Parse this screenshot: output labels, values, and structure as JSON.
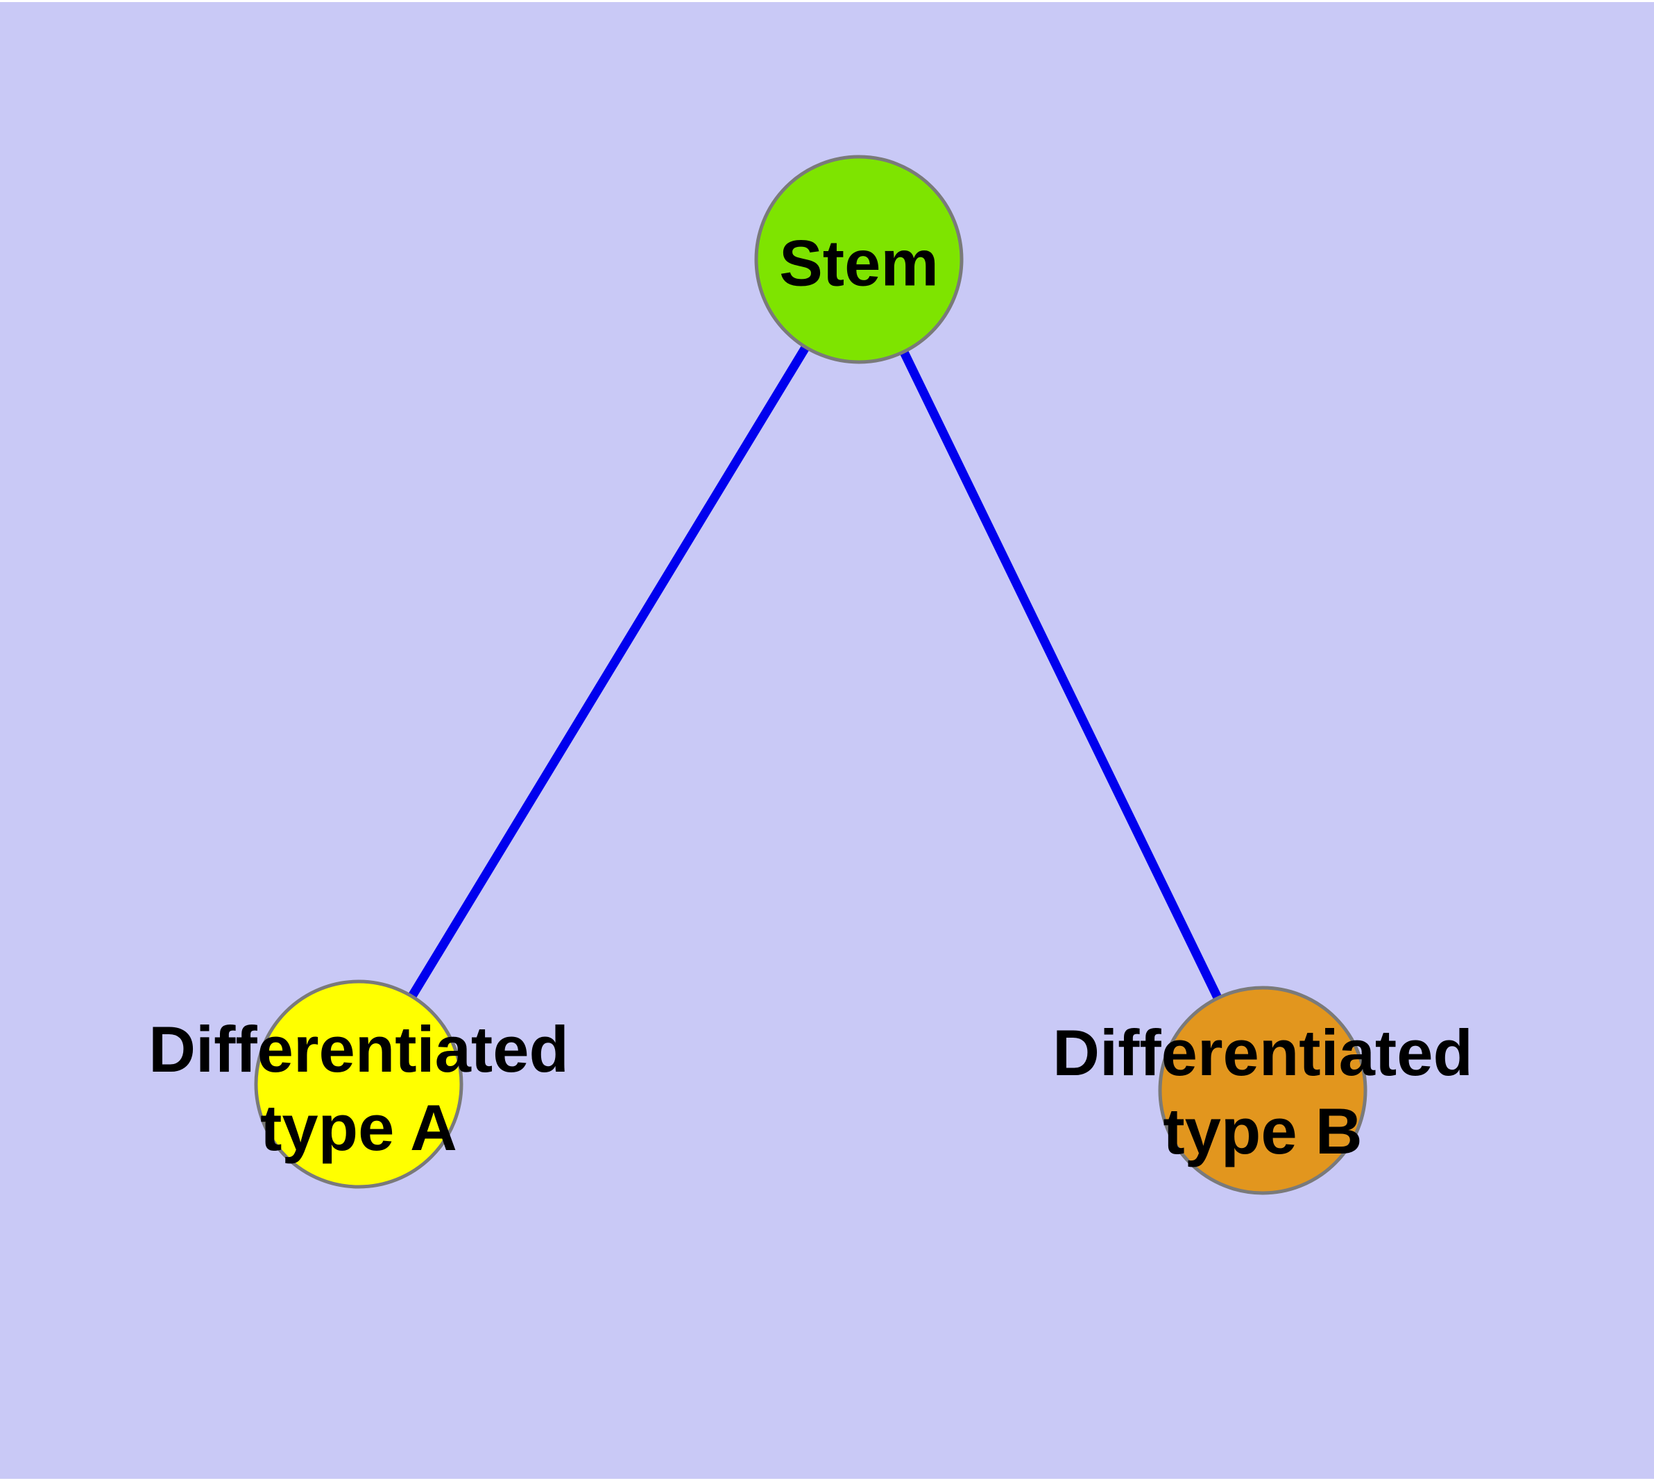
{
  "diagram": {
    "background_color": "#C9C9F6",
    "nodes": {
      "stem": {
        "label": "Stem",
        "fill_color": "#7EE400",
        "border_color": "#7A7A7A"
      },
      "type_a": {
        "label": "Differentiated\ntype A",
        "fill_color": "#FFFF00",
        "border_color": "#7A7A7A"
      },
      "type_b": {
        "label": "Differentiated\ntype B",
        "fill_color": "#E2961E",
        "border_color": "#7A7A7A"
      }
    },
    "edges": [
      {
        "from": "Stem",
        "to": "Differentiated type A",
        "color": "#0000EE"
      },
      {
        "from": "Stem",
        "to": "Differentiated type B",
        "color": "#0000EE"
      }
    ]
  }
}
